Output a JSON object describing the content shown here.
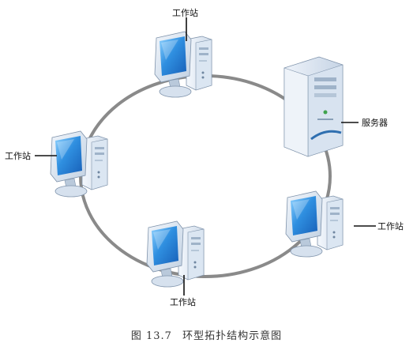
{
  "diagram": {
    "labels": {
      "ws_top": "工作站",
      "ws_left": "工作站",
      "ws_right": "工作站",
      "ws_bottom": "工作站",
      "server": "服务器"
    }
  },
  "caption": {
    "figure": "图 13.7",
    "text": "环型拓扑结构示意图"
  }
}
